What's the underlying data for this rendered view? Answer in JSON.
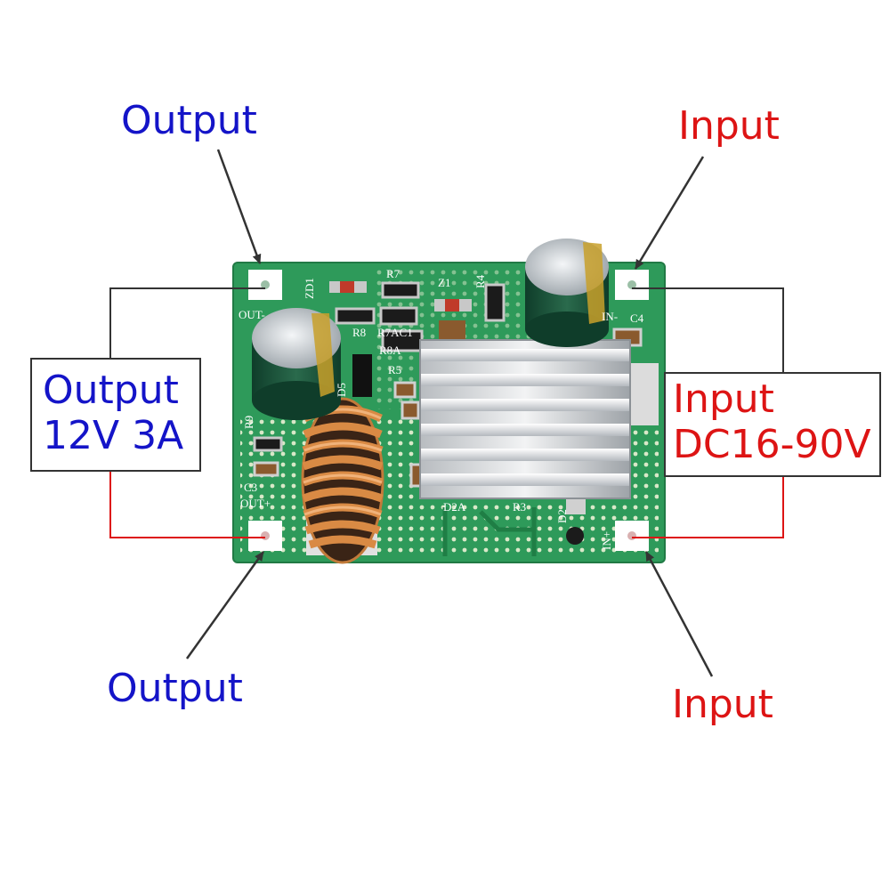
{
  "callouts": {
    "output_top": "Output",
    "output_bottom": "Output",
    "input_top": "Input",
    "input_bottom": "Input"
  },
  "output_box": {
    "line1": "Output",
    "line2": "12V 3A"
  },
  "input_box": {
    "line1": "Input",
    "line2": "DC16-90V"
  },
  "silkscreen": {
    "zd1": "ZD1",
    "r7": "R7",
    "z1": "Z1",
    "r4": "R4",
    "out_minus": "OUT-",
    "in_minus": "IN-",
    "c4": "C4",
    "r8": "R8",
    "r7ac1": "R7AC1",
    "r8a": "R8A",
    "r5": "R5",
    "d5": "D5",
    "r9": "R9",
    "c3": "C3",
    "out_plus": "OUT+",
    "d2a": "D2A",
    "r3": "R3",
    "d2": "D2",
    "in_plus": "IN+"
  },
  "colors": {
    "output_text": "#1414c8",
    "input_text": "#dd1414",
    "pcb": "#2e9a5a",
    "wire_positive": "#dd1414",
    "wire_negative": "#333333"
  }
}
